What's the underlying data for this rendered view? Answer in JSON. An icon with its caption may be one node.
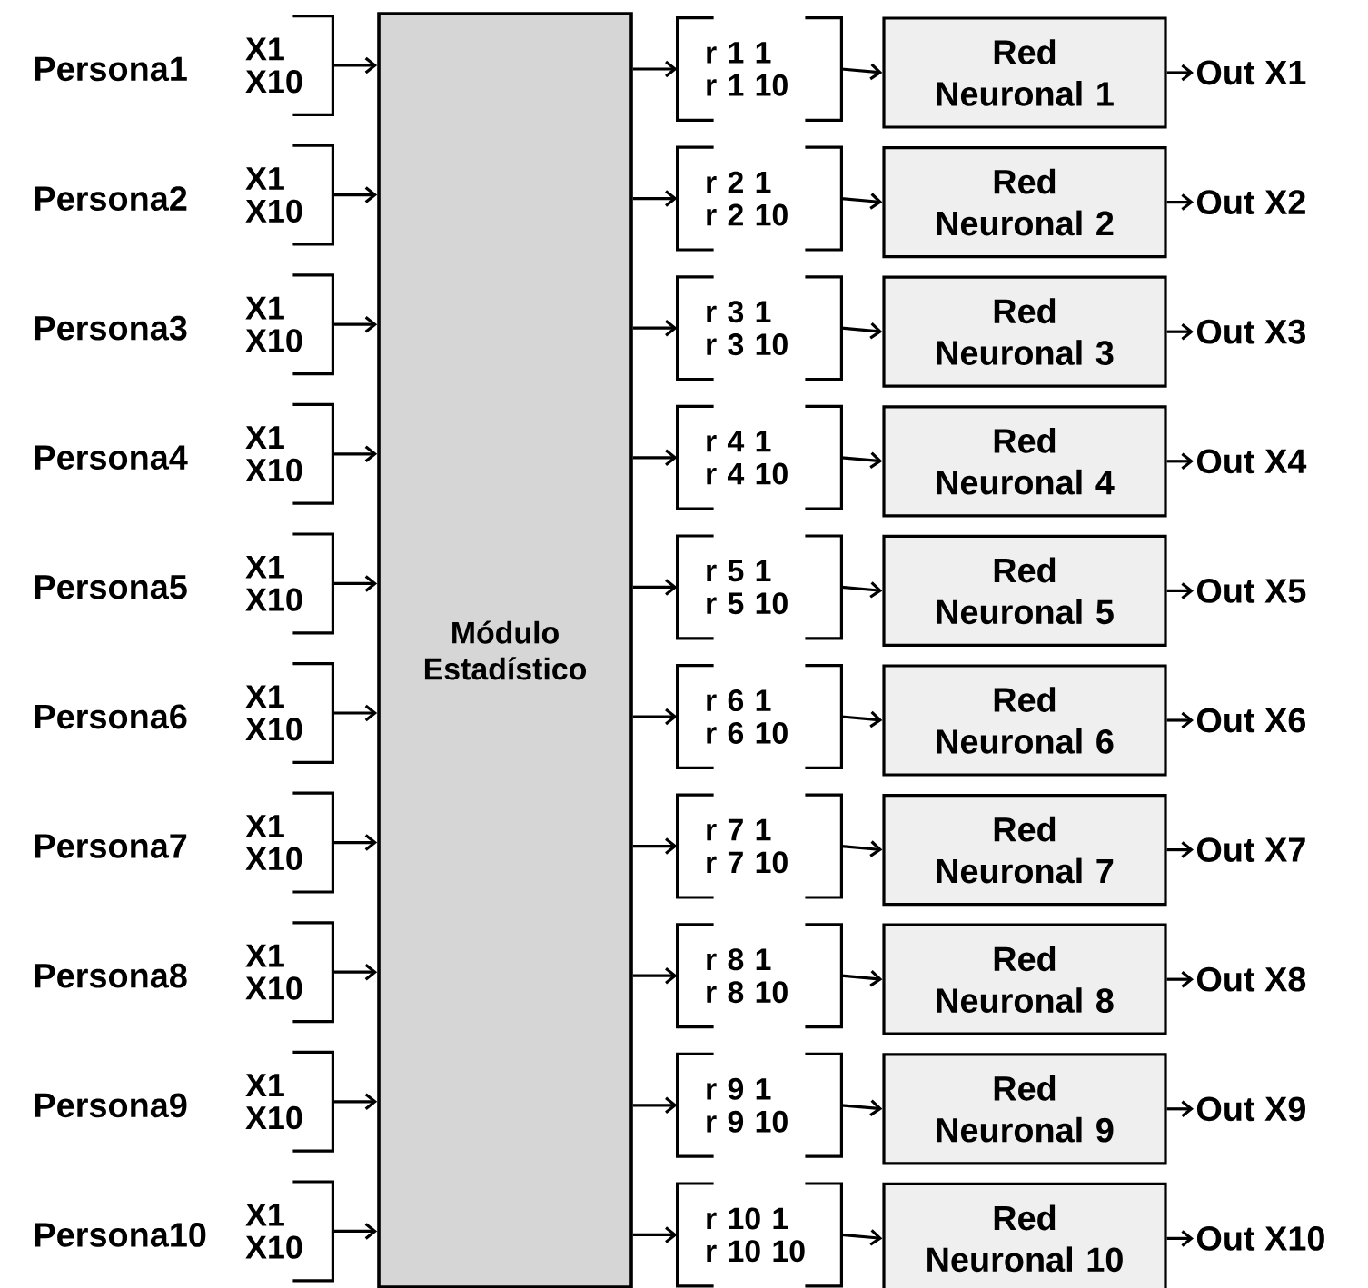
{
  "diagram": {
    "nodes": [
      {
        "text": [
          "Módulo Estadístico"
        ]
      },
      {
        "text": [
          "X1",
          "X10"
        ],
        "beside": [
          "Persona1"
        ]
      },
      {
        "text": [
          "r 1 1",
          "r 1 10"
        ]
      },
      {
        "text": [
          "Red Neuronal 1"
        ]
      },
      {
        "text": [
          "Out X1"
        ]
      },
      {
        "text": [
          "X1",
          "X10"
        ],
        "beside": [
          "Persona2"
        ]
      },
      {
        "text": [
          "r 2 1",
          "r 2 10"
        ]
      },
      {
        "text": [
          "Red Neuronal 2"
        ]
      },
      {
        "text": [
          "Out X2"
        ]
      },
      {
        "text": [
          "X1",
          "X10"
        ],
        "beside": [
          "Persona3"
        ]
      },
      {
        "text": [
          "r 3 1",
          "r 3 10"
        ]
      },
      {
        "text": [
          "Red Neuronal 3"
        ]
      },
      {
        "text": [
          "Out X3"
        ]
      },
      {
        "text": [
          "X1",
          "X10"
        ],
        "beside": [
          "Persona4"
        ]
      },
      {
        "text": [
          "r 4 1",
          "r 4 10"
        ]
      },
      {
        "text": [
          "Red Neuronal 4"
        ]
      },
      {
        "text": [
          "Out X4"
        ]
      },
      {
        "text": [
          "X1",
          "X10"
        ],
        "beside": [
          "Persona5"
        ]
      },
      {
        "text": [
          "r 5 1",
          "r 5 10"
        ]
      },
      {
        "text": [
          "Red Neuronal 5"
        ]
      },
      {
        "text": [
          "Out X5"
        ]
      },
      {
        "text": [
          "X1",
          "X10"
        ],
        "beside": [
          "Persona6"
        ]
      },
      {
        "text": [
          "r 6 1",
          "r 6 10"
        ]
      },
      {
        "text": [
          "Red Neuronal 6"
        ]
      },
      {
        "text": [
          "Out X6"
        ]
      },
      {
        "text": [
          "X1",
          "X10"
        ],
        "beside": [
          "Persona7"
        ]
      },
      {
        "text": [
          "r 7 1",
          "r 7 10"
        ]
      },
      {
        "text": [
          "Red Neuronal 7"
        ]
      },
      {
        "text": [
          "Out X7"
        ]
      },
      {
        "text": [
          "X1",
          "X10"
        ],
        "beside": [
          "Persona8"
        ]
      },
      {
        "text": [
          "r 8 1",
          "r 8 10"
        ]
      },
      {
        "text": [
          "Red Neuronal 8"
        ]
      },
      {
        "text": [
          "Out X8"
        ]
      },
      {
        "text": [
          "X1",
          "X10"
        ],
        "beside": [
          "Persona9"
        ]
      },
      {
        "text": [
          "r 9 1",
          "r 9 10"
        ]
      },
      {
        "text": [
          "Red Neuronal 9"
        ]
      },
      {
        "text": [
          "Out X9"
        ]
      },
      {
        "text": [
          "X1",
          "X10"
        ],
        "beside": [
          "Persona10"
        ]
      },
      {
        "text": [
          "r 10 1",
          "r 10 10"
        ]
      },
      {
        "text": [
          "Red Neuronal 10"
        ]
      },
      {
        "text": [
          "Out X10"
        ]
      }
    ],
    "edges": [
      {
        "from": 1,
        "to": 0,
        "arrow": "to"
      },
      {
        "from": 0,
        "to": 2,
        "arrow": "to"
      },
      {
        "from": 2,
        "to": 3,
        "arrow": "to"
      },
      {
        "from": 3,
        "to": 4,
        "arrow": "to"
      },
      {
        "from": 5,
        "to": 0,
        "arrow": "to"
      },
      {
        "from": 0,
        "to": 6,
        "arrow": "to"
      },
      {
        "from": 6,
        "to": 7,
        "arrow": "to"
      },
      {
        "from": 7,
        "to": 8,
        "arrow": "to"
      },
      {
        "from": 9,
        "to": 0,
        "arrow": "to"
      },
      {
        "from": 0,
        "to": 10,
        "arrow": "to"
      },
      {
        "from": 10,
        "to": 11,
        "arrow": "to"
      },
      {
        "from": 11,
        "to": 12,
        "arrow": "to"
      },
      {
        "from": 13,
        "to": 0,
        "arrow": "to"
      },
      {
        "from": 0,
        "to": 14,
        "arrow": "to"
      },
      {
        "from": 14,
        "to": 15,
        "arrow": "to"
      },
      {
        "from": 15,
        "to": 16,
        "arrow": "to"
      },
      {
        "from": 17,
        "to": 0,
        "arrow": "to"
      },
      {
        "from": 0,
        "to": 18,
        "arrow": "to"
      },
      {
        "from": 18,
        "to": 19,
        "arrow": "to"
      },
      {
        "from": 19,
        "to": 20,
        "arrow": "to"
      },
      {
        "from": 21,
        "to": 0,
        "arrow": "to"
      },
      {
        "from": 0,
        "to": 22,
        "arrow": "to"
      },
      {
        "from": 22,
        "to": 23,
        "arrow": "to"
      },
      {
        "from": 23,
        "to": 24,
        "arrow": "to"
      },
      {
        "from": 25,
        "to": 0,
        "arrow": "to"
      },
      {
        "from": 0,
        "to": 26,
        "arrow": "to"
      },
      {
        "from": 26,
        "to": 27,
        "arrow": "to"
      },
      {
        "from": 27,
        "to": 28,
        "arrow": "to"
      },
      {
        "from": 29,
        "to": 0,
        "arrow": "to"
      },
      {
        "from": 0,
        "to": 30,
        "arrow": "to"
      },
      {
        "from": 30,
        "to": 31,
        "arrow": "to"
      },
      {
        "from": 31,
        "to": 32,
        "arrow": "to"
      },
      {
        "from": 33,
        "to": 0,
        "arrow": "to"
      },
      {
        "from": 0,
        "to": 34,
        "arrow": "to"
      },
      {
        "from": 34,
        "to": 35,
        "arrow": "to"
      },
      {
        "from": 35,
        "to": 36,
        "arrow": "to"
      },
      {
        "from": 37,
        "to": 0,
        "arrow": "to"
      },
      {
        "from": 0,
        "to": 38,
        "arrow": "to"
      },
      {
        "from": 38,
        "to": 39,
        "arrow": "to"
      },
      {
        "from": 39,
        "to": 40,
        "arrow": "to"
      }
    ]
  }
}
